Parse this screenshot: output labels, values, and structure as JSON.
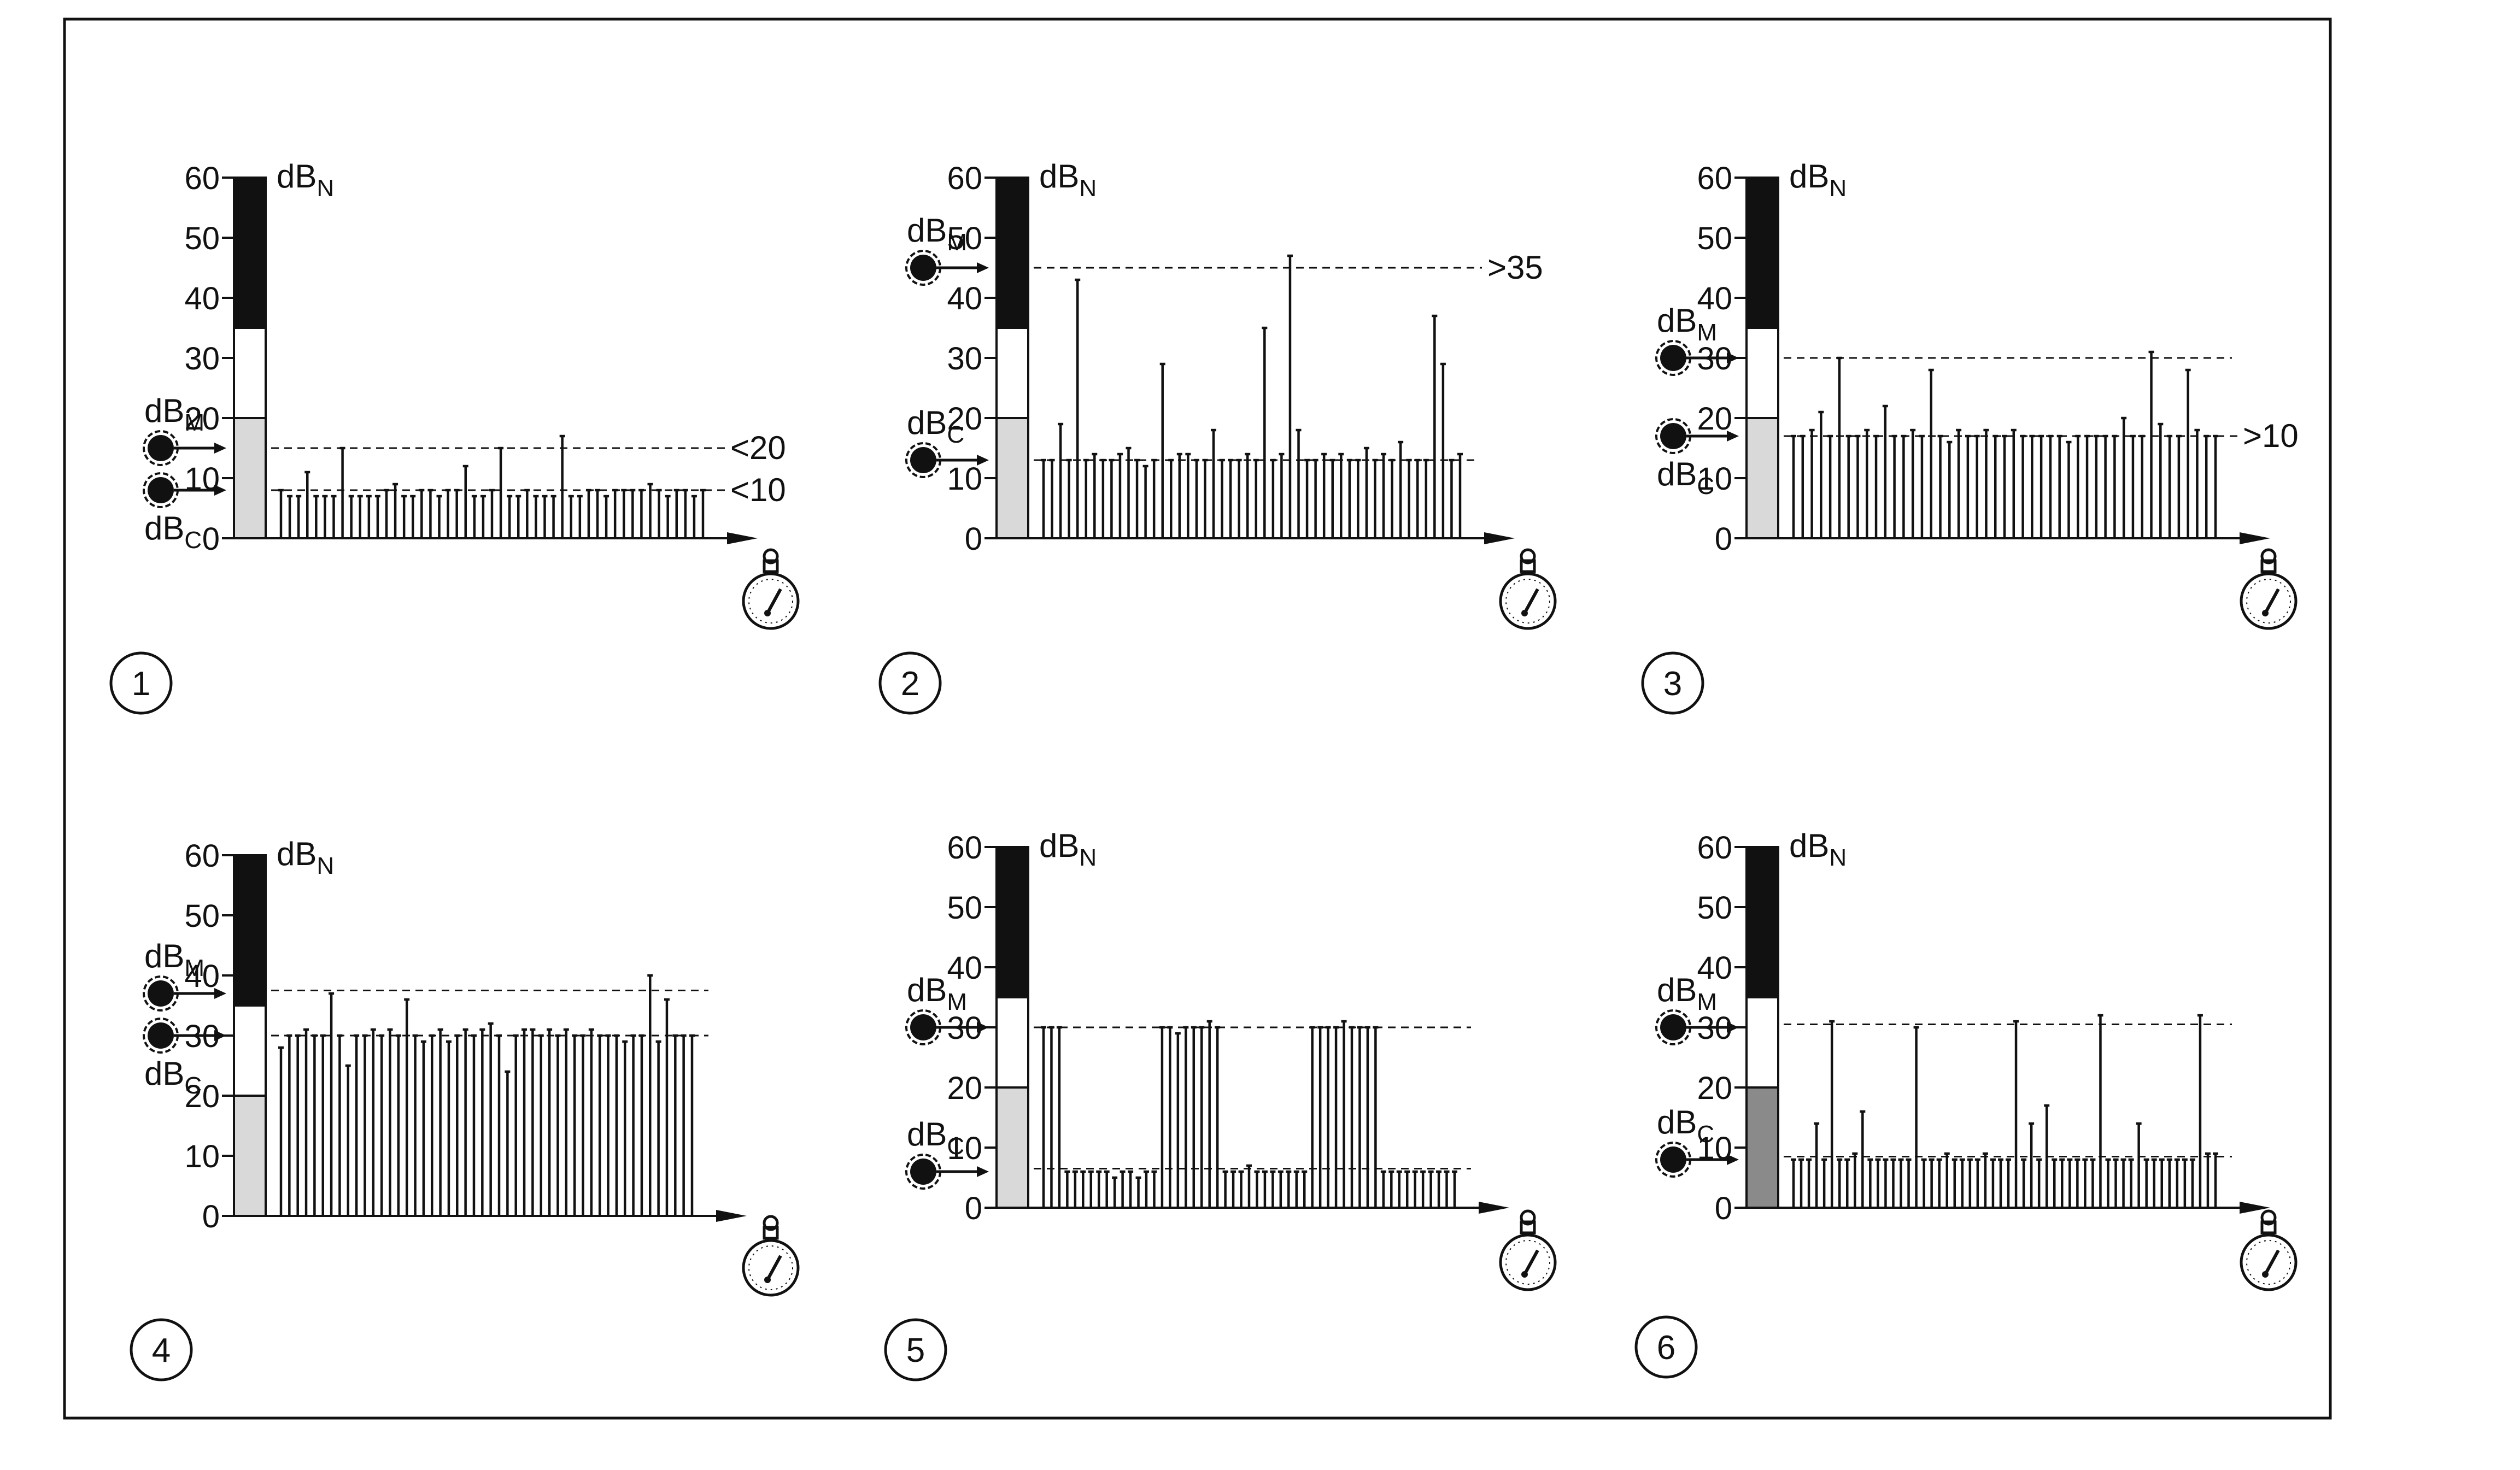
{
  "colors": {
    "ink": "#111111",
    "band_noise": "#111111",
    "band_mid": "#ffffff",
    "band_low": "#d9d9d9",
    "band_low_dark": "#8a8a8a"
  },
  "icons": [
    "stopwatch-icon",
    "indicator-dot-icon",
    "arrow-icon"
  ],
  "chart_data": [
    {
      "type": "bar",
      "panel": "1",
      "ylim": [
        0,
        60
      ],
      "yticks": [
        "0",
        "10",
        "20",
        "30",
        "40",
        "50",
        "60"
      ],
      "scale_bands": [
        {
          "from": 0,
          "to": 20,
          "fill": "light"
        },
        {
          "from": 20,
          "to": 35,
          "fill": "white"
        },
        {
          "from": 35,
          "to": 60,
          "fill": "black"
        }
      ],
      "label_top": {
        "base": "dB",
        "sub": "N"
      },
      "label_m": {
        "base": "dB",
        "sub": "M"
      },
      "label_c": {
        "base": "dB",
        "sub": "C"
      },
      "label_m_pos": "left",
      "label_c_pos": "below-left",
      "arrow_m": 15,
      "arrow_c": 8,
      "thresholds": [
        {
          "value": 15,
          "label": "<20"
        },
        {
          "value": 8,
          "label": "<10"
        }
      ],
      "values": [
        8,
        7,
        7,
        11,
        7,
        7,
        7,
        15,
        7,
        7,
        7,
        7,
        8,
        9,
        7,
        7,
        8,
        8,
        7,
        8,
        8,
        12,
        7,
        7,
        8,
        15,
        7,
        7,
        8,
        7,
        7,
        7,
        17,
        7,
        7,
        8,
        8,
        7,
        8,
        8,
        8,
        8,
        9,
        8,
        7,
        8,
        8,
        7,
        8
      ]
    },
    {
      "type": "bar",
      "panel": "2",
      "ylim": [
        0,
        60
      ],
      "yticks": [
        "0",
        "10",
        "20",
        "30",
        "40",
        "50",
        "60"
      ],
      "scale_bands": [
        {
          "from": 0,
          "to": 20,
          "fill": "light"
        },
        {
          "from": 20,
          "to": 35,
          "fill": "white"
        },
        {
          "from": 35,
          "to": 60,
          "fill": "black"
        }
      ],
      "label_top": {
        "base": "dB",
        "sub": "N"
      },
      "label_m": {
        "base": "dB",
        "sub": "M"
      },
      "label_c": {
        "base": "dB",
        "sub": "C"
      },
      "label_m_pos": "above-left",
      "label_c_pos": "above-left",
      "arrow_m": 45,
      "arrow_c": 13,
      "thresholds": [
        {
          "value": 45,
          "label": ">35"
        },
        {
          "value": 13,
          "label": ""
        }
      ],
      "values": [
        13,
        13,
        19,
        13,
        43,
        13,
        14,
        13,
        13,
        14,
        15,
        13,
        12,
        13,
        29,
        13,
        14,
        14,
        13,
        13,
        18,
        13,
        13,
        13,
        14,
        13,
        35,
        13,
        14,
        47,
        18,
        13,
        13,
        14,
        13,
        14,
        13,
        13,
        15,
        13,
        14,
        13,
        16,
        13,
        13,
        13,
        37,
        29,
        13,
        14
      ]
    },
    {
      "type": "bar",
      "panel": "3",
      "ylim": [
        0,
        60
      ],
      "yticks": [
        "0",
        "10",
        "20",
        "30",
        "40",
        "50",
        "60"
      ],
      "scale_bands": [
        {
          "from": 0,
          "to": 20,
          "fill": "light"
        },
        {
          "from": 20,
          "to": 35,
          "fill": "white"
        },
        {
          "from": 35,
          "to": 60,
          "fill": "black"
        }
      ],
      "label_top": {
        "base": "dB",
        "sub": "N"
      },
      "label_m": {
        "base": "dB",
        "sub": "M"
      },
      "label_c": {
        "base": "dB",
        "sub": "C"
      },
      "label_m_pos": "above-left",
      "label_c_pos": "below-left",
      "arrow_m": 30,
      "arrow_c": 17,
      "thresholds": [
        {
          "value": 30,
          "label": ""
        },
        {
          "value": 17,
          "label": ">10"
        }
      ],
      "values": [
        17,
        17,
        18,
        21,
        17,
        30,
        17,
        17,
        18,
        17,
        22,
        17,
        17,
        18,
        17,
        28,
        17,
        16,
        18,
        17,
        17,
        18,
        17,
        17,
        18,
        17,
        17,
        17,
        17,
        17,
        16,
        17,
        17,
        17,
        17,
        17,
        20,
        17,
        17,
        31,
        19,
        17,
        17,
        28,
        18,
        17,
        17
      ]
    },
    {
      "type": "bar",
      "panel": "4",
      "ylim": [
        0,
        60
      ],
      "yticks": [
        "0",
        "10",
        "20",
        "30",
        "40",
        "50",
        "60"
      ],
      "scale_bands": [
        {
          "from": 0,
          "to": 20,
          "fill": "light"
        },
        {
          "from": 20,
          "to": 35,
          "fill": "white"
        },
        {
          "from": 35,
          "to": 60,
          "fill": "black"
        }
      ],
      "label_top": {
        "base": "dB",
        "sub": "N"
      },
      "label_m": {
        "base": "dB",
        "sub": "M"
      },
      "label_c": {
        "base": "dB",
        "sub": "C"
      },
      "label_m_pos": "above-left",
      "label_c_pos": "below-left",
      "arrow_m": 37,
      "arrow_c": 30,
      "thresholds": [
        {
          "value": 37.5,
          "label": ""
        },
        {
          "value": 30,
          "label": ""
        }
      ],
      "values": [
        28,
        30,
        30,
        31,
        30,
        30,
        37,
        30,
        25,
        30,
        30,
        31,
        30,
        31,
        30,
        36,
        30,
        29,
        30,
        31,
        29,
        30,
        31,
        30,
        31,
        32,
        30,
        24,
        30,
        31,
        31,
        30,
        31,
        30,
        31,
        30,
        30,
        31,
        30,
        30,
        30,
        29,
        30,
        30,
        40,
        29,
        36,
        30,
        30,
        30
      ]
    },
    {
      "type": "bar",
      "panel": "5",
      "ylim": [
        0,
        60
      ],
      "yticks": [
        "0",
        "10",
        "20",
        "30",
        "40",
        "50",
        "60"
      ],
      "scale_bands": [
        {
          "from": 0,
          "to": 20,
          "fill": "light"
        },
        {
          "from": 20,
          "to": 35,
          "fill": "white"
        },
        {
          "from": 35,
          "to": 60,
          "fill": "black"
        }
      ],
      "label_top": {
        "base": "dB",
        "sub": "N"
      },
      "label_m": {
        "base": "dB",
        "sub": "M"
      },
      "label_c": {
        "base": "dB",
        "sub": "C"
      },
      "label_m_pos": "above-left",
      "label_c_pos": "above-left",
      "arrow_m": 30,
      "arrow_c": 6,
      "thresholds": [
        {
          "value": 30,
          "label": ""
        },
        {
          "value": 6.5,
          "label": ""
        }
      ],
      "values": [
        30,
        30,
        30,
        6,
        6,
        6,
        6,
        6,
        6,
        5,
        6,
        6,
        5,
        6,
        6,
        30,
        30,
        29,
        30,
        30,
        30,
        31,
        30,
        6,
        6,
        6,
        7,
        6,
        6,
        6,
        6,
        6,
        6,
        6,
        30,
        30,
        30,
        30,
        31,
        30,
        30,
        30,
        30,
        6,
        6,
        6,
        6,
        6,
        6,
        6,
        6,
        6,
        6
      ]
    },
    {
      "type": "bar",
      "panel": "6",
      "ylim": [
        0,
        60
      ],
      "yticks": [
        "0",
        "10",
        "20",
        "30",
        "40",
        "50",
        "60"
      ],
      "scale_bands": [
        {
          "from": 0,
          "to": 20,
          "fill": "dark"
        },
        {
          "from": 20,
          "to": 35,
          "fill": "white"
        },
        {
          "from": 35,
          "to": 60,
          "fill": "black"
        }
      ],
      "label_top": {
        "base": "dB",
        "sub": "N"
      },
      "label_m": {
        "base": "dB",
        "sub": "M"
      },
      "label_c": {
        "base": "dB",
        "sub": "C"
      },
      "label_m_pos": "above-left",
      "label_c_pos": "above-left",
      "arrow_m": 30,
      "arrow_c": 8,
      "thresholds": [
        {
          "value": 30.5,
          "label": ""
        },
        {
          "value": 8.5,
          "label": ""
        }
      ],
      "values": [
        8,
        8,
        8,
        14,
        8,
        31,
        8,
        8,
        9,
        16,
        8,
        8,
        8,
        8,
        8,
        8,
        30,
        8,
        8,
        8,
        9,
        8,
        8,
        8,
        8,
        9,
        8,
        8,
        8,
        31,
        8,
        14,
        8,
        17,
        8,
        8,
        8,
        8,
        8,
        8,
        32,
        8,
        8,
        8,
        8,
        14,
        8,
        8,
        8,
        8,
        8,
        8,
        8,
        32,
        9,
        9
      ]
    }
  ],
  "panel_numbers": [
    "1",
    "2",
    "3",
    "4",
    "5",
    "6"
  ]
}
